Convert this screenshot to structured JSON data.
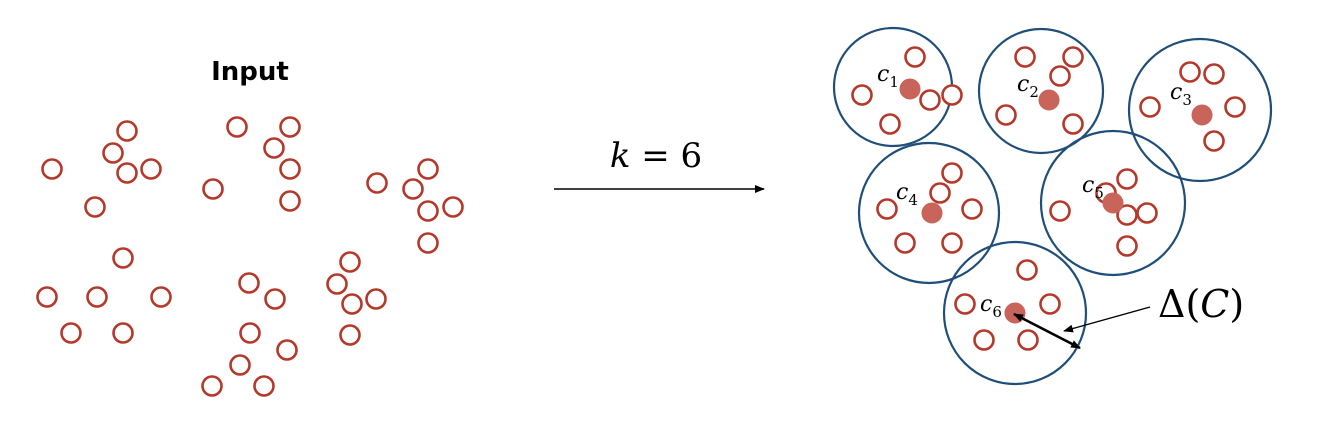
{
  "input_label": "Input",
  "arrow_label": {
    "var": "k",
    "op": " = ",
    "value": "6"
  },
  "centers": [
    {
      "letter": "c",
      "sub": "1"
    },
    {
      "letter": "c",
      "sub": "2"
    },
    {
      "letter": "c",
      "sub": "3"
    },
    {
      "letter": "c",
      "sub": "4"
    },
    {
      "letter": "c",
      "sub": "5"
    },
    {
      "letter": "c",
      "sub": "6"
    }
  ],
  "radius_label": {
    "symbol": "Δ",
    "open": "(",
    "var": "C",
    "close": ")"
  },
  "colors": {
    "point_stroke": "#b5392b",
    "center_fill": "#c9645a",
    "cluster_stroke": "#1f4e79",
    "arrow": "#000000"
  }
}
